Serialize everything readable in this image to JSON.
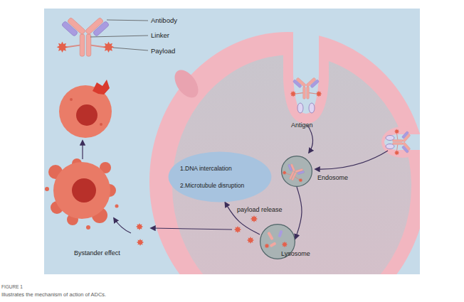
{
  "diagram": {
    "title": "FIGURE 1",
    "caption": "Illustrates the mechanism of action of ADCs.",
    "nodes": [
      {
        "text": [
          "1.DNA intercalation",
          "2.Microtubule disruption"
        ]
      },
      {
        "text": [
          "Endosome"
        ]
      },
      {
        "text": [
          "Lysosome"
        ]
      }
    ],
    "edges": [
      {
        "from": 1,
        "to": 2,
        "arrow": "to"
      },
      {
        "from": 2,
        "to": 0,
        "label": "payload release",
        "arrow": "to"
      }
    ],
    "labels": [
      "Antibody",
      "Linker",
      "Payload",
      "Antigen",
      "Bystander effect"
    ]
  }
}
